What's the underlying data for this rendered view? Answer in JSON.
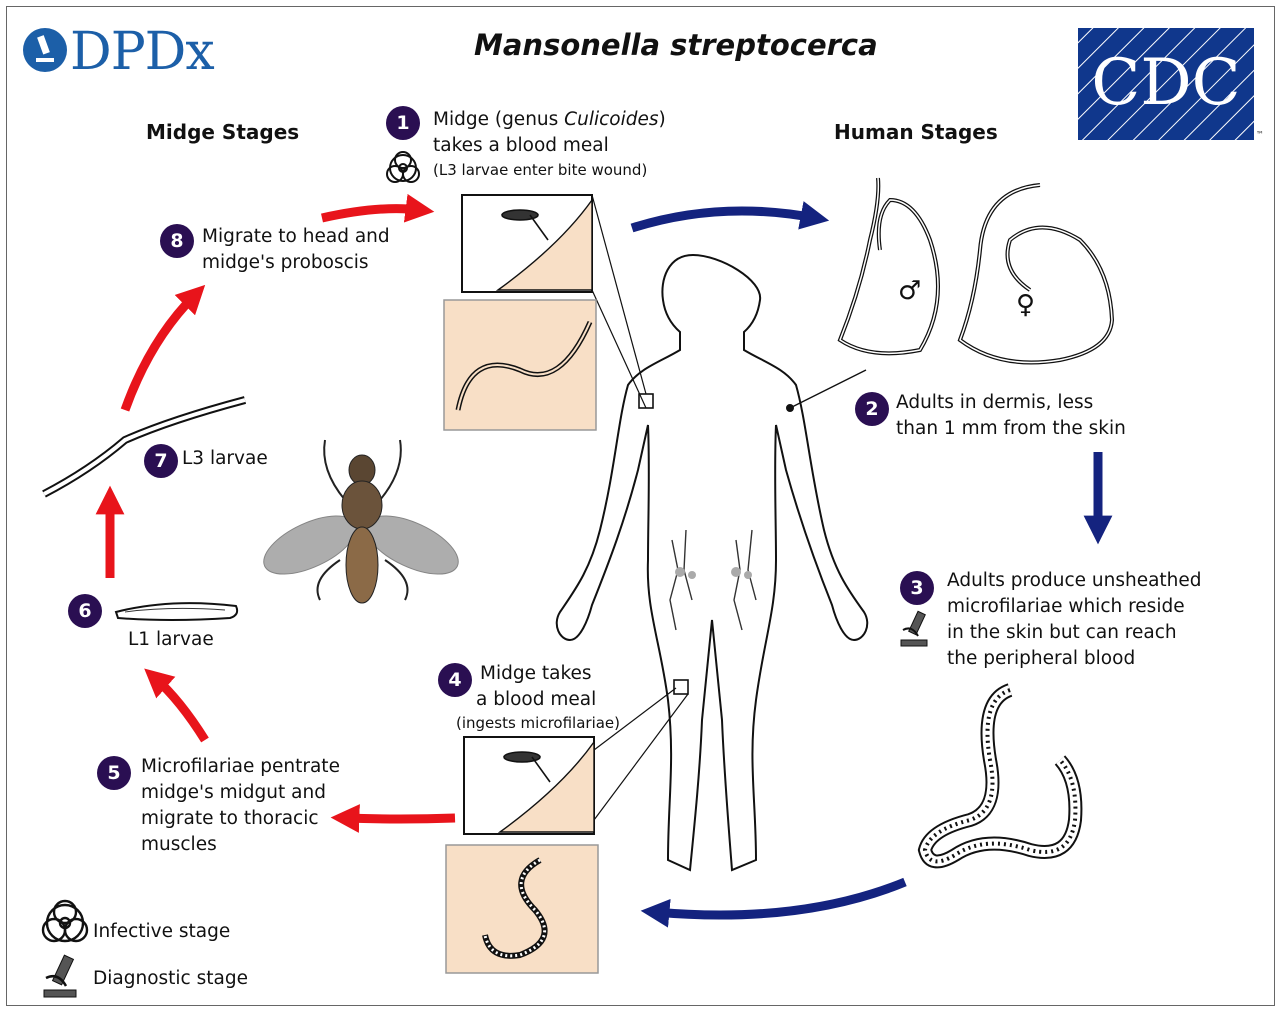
{
  "header": {
    "logo_text": "DPDx",
    "title": "Mansonella streptocerca",
    "cdc_logo_text": "CDC",
    "cdc_trademark": "™"
  },
  "sections": {
    "midge_stages": "Midge Stages",
    "human_stages": "Human Stages"
  },
  "steps": [
    {
      "number": "1",
      "line1_prefix": "Midge (genus ",
      "line1_italic": "Culicoides",
      "line1_suffix": ")",
      "line2": "takes a blood meal",
      "note": "(L3 larvae enter bite wound)"
    },
    {
      "number": "2",
      "line1": "Adults in dermis, less",
      "line2": "than 1 mm from the skin"
    },
    {
      "number": "3",
      "line1": "Adults produce unsheathed",
      "line2": "microfilariae which reside",
      "line3": "in the skin but can reach",
      "line4": "the peripheral blood"
    },
    {
      "number": "4",
      "line1": "Midge takes",
      "line2": "a blood meal",
      "note": "(ingests microfilariae)"
    },
    {
      "number": "5",
      "line1": "Microfilariae pentrate",
      "line2": "midge's midgut and",
      "line3": "migrate to thoracic",
      "line4": "muscles"
    },
    {
      "number": "6",
      "label": "L1 larvae"
    },
    {
      "number": "7",
      "label": "L3 larvae"
    },
    {
      "number": "8",
      "line1": "Migrate to head and",
      "line2": "midge's proboscis"
    }
  ],
  "symbols": {
    "male": "♂",
    "female": "♀"
  },
  "legend": {
    "infective": "Infective stage",
    "diagnostic": "Diagnostic stage"
  },
  "colors": {
    "red_arrow": "#e8141b",
    "blue_arrow": "#14237f",
    "step_circle": "#2a0f52",
    "inset_fill": "#f8dfc6",
    "dpdx_blue": "#1c5fa8",
    "cdc_blue": "#10378c"
  },
  "icons": [
    "biohazard-icon",
    "microscope-icon",
    "dpdx-logo-icon",
    "cdc-logo"
  ]
}
